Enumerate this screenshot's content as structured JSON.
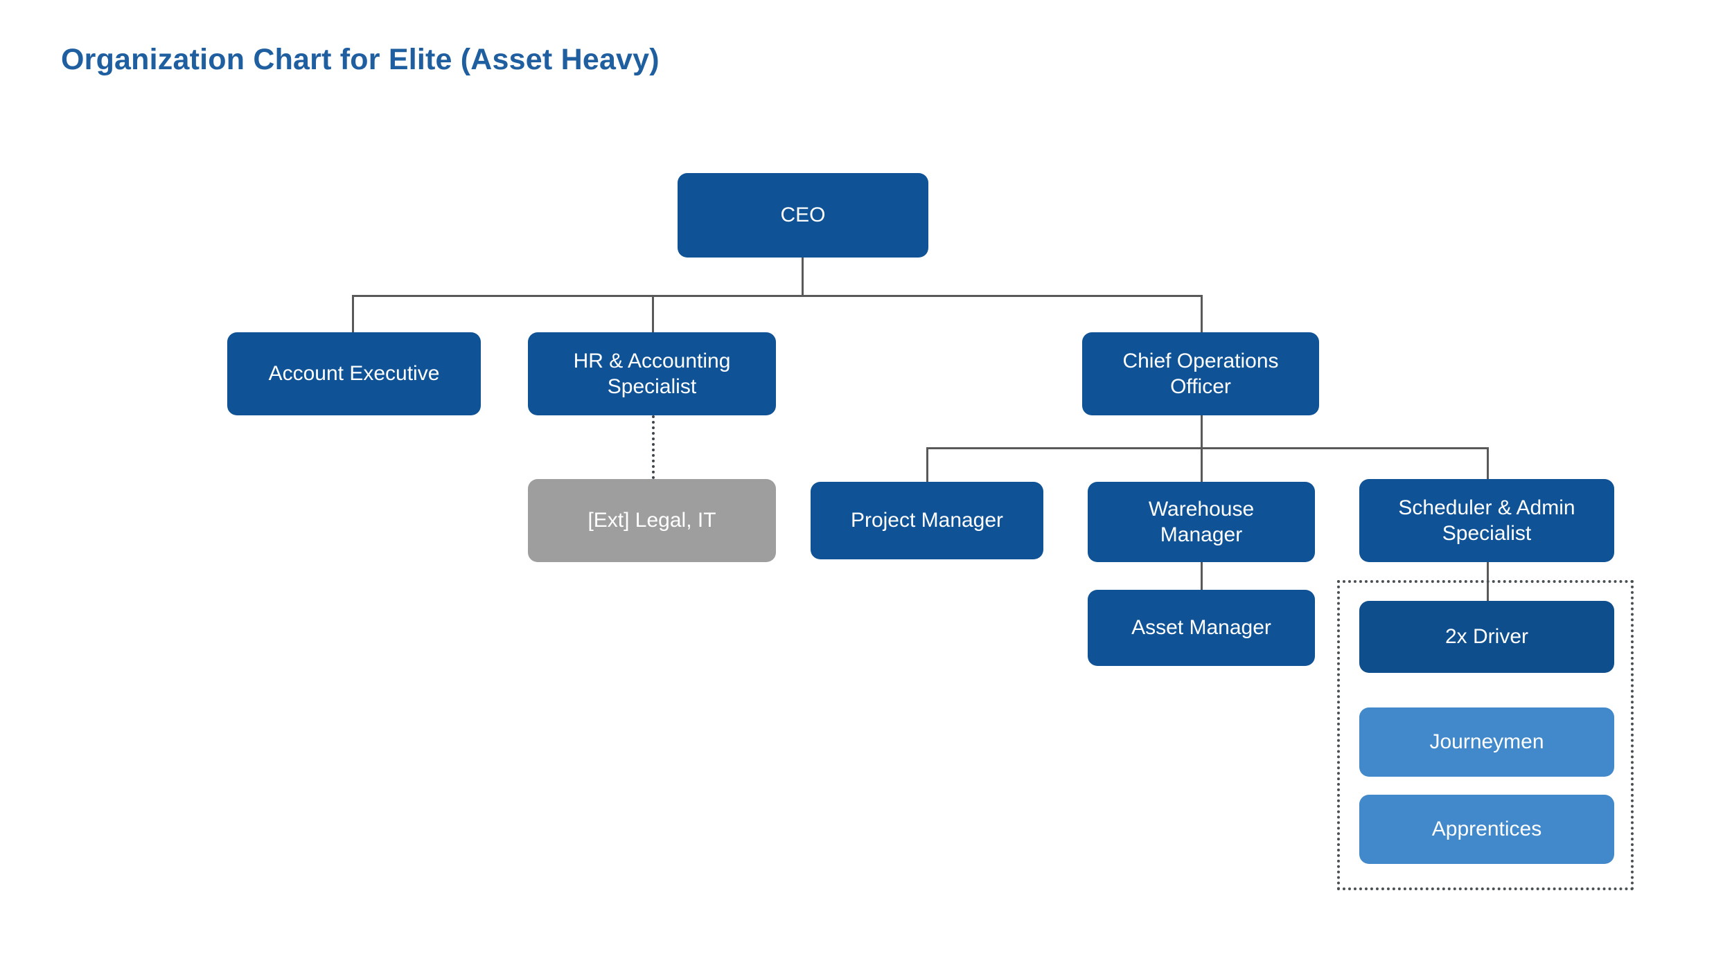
{
  "title": "Organization Chart for Elite (Asset Heavy)",
  "colors": {
    "title": "#1F5FA0",
    "primary_node": "#0F5396",
    "deep_node": "#0E4E8C",
    "light_node": "#4189CA",
    "external_node": "#9E9E9E",
    "connector": "#595959",
    "dotted_connector": "#3F4549",
    "background": "#FFFFFF"
  },
  "chart_data": {
    "type": "diagram",
    "diagram_type": "organization-chart",
    "title": "Organization Chart for Elite (Asset Heavy)",
    "nodes": [
      {
        "id": "ceo",
        "label": "CEO",
        "level": 1,
        "style": "primary"
      },
      {
        "id": "account",
        "label": "Account Executive",
        "level": 2,
        "style": "primary"
      },
      {
        "id": "hr",
        "label": "HR & Accounting\nSpecialist",
        "level": 2,
        "style": "primary"
      },
      {
        "id": "coo",
        "label": "Chief Operations\nOfficer",
        "level": 2,
        "style": "primary"
      },
      {
        "id": "ext",
        "label": "[Ext] Legal, IT",
        "level": 3,
        "style": "external"
      },
      {
        "id": "pm",
        "label": "Project Manager",
        "level": 3,
        "style": "primary"
      },
      {
        "id": "warehouse",
        "label": "Warehouse\nManager",
        "level": 3,
        "style": "primary"
      },
      {
        "id": "scheduler",
        "label": "Scheduler & Admin\nSpecialist",
        "level": 3,
        "style": "primary"
      },
      {
        "id": "asset",
        "label": "Asset Manager",
        "level": 4,
        "style": "primary"
      },
      {
        "id": "driver",
        "label": "2x Driver",
        "level": 4,
        "style": "deep"
      },
      {
        "id": "journeymen",
        "label": "Journeymen",
        "level": 5,
        "style": "light"
      },
      {
        "id": "apprentices",
        "label": "Apprentices",
        "level": 5,
        "style": "light"
      }
    ],
    "edges": [
      {
        "from": "ceo",
        "to": "account",
        "style": "solid"
      },
      {
        "from": "ceo",
        "to": "hr",
        "style": "solid"
      },
      {
        "from": "ceo",
        "to": "coo",
        "style": "solid"
      },
      {
        "from": "hr",
        "to": "ext",
        "style": "dotted"
      },
      {
        "from": "coo",
        "to": "pm",
        "style": "solid"
      },
      {
        "from": "coo",
        "to": "warehouse",
        "style": "solid"
      },
      {
        "from": "coo",
        "to": "scheduler",
        "style": "solid"
      },
      {
        "from": "warehouse",
        "to": "asset",
        "style": "solid"
      },
      {
        "from": "scheduler",
        "to": "driver",
        "style": "solid"
      }
    ],
    "groups": [
      {
        "id": "field-crew-group",
        "border": "dotted",
        "members": [
          "driver",
          "journeymen",
          "apprentices"
        ]
      }
    ]
  },
  "nodes": {
    "ceo": {
      "label": "CEO"
    },
    "account": {
      "label": "Account Executive"
    },
    "hr": {
      "label": "HR & Accounting\nSpecialist"
    },
    "coo": {
      "label": "Chief Operations\nOfficer"
    },
    "ext": {
      "label": "[Ext] Legal, IT"
    },
    "pm": {
      "label": "Project Manager"
    },
    "warehouse": {
      "label": "Warehouse\nManager"
    },
    "scheduler": {
      "label": "Scheduler & Admin\nSpecialist"
    },
    "asset": {
      "label": "Asset Manager"
    },
    "driver": {
      "label": "2x Driver"
    },
    "journeymen": {
      "label": "Journeymen"
    },
    "apprentices": {
      "label": "Apprentices"
    }
  }
}
